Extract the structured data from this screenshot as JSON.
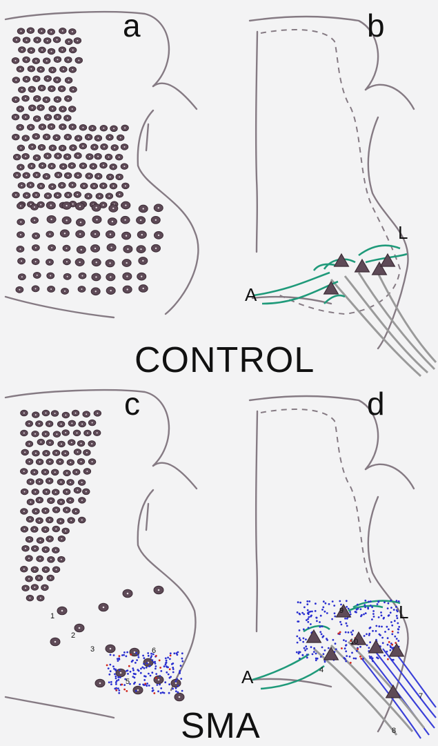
{
  "panels": {
    "a": "a",
    "b": "b",
    "c": "c",
    "d": "d"
  },
  "section_titles": {
    "control": "CONTROL",
    "sma": "SMA"
  },
  "markers": {
    "b_A": "A",
    "b_L": "L",
    "d_A": "A",
    "d_L": "L"
  },
  "numbers": {
    "n1": "1",
    "n2": "2",
    "n3": "3",
    "n4": "4",
    "n5": "5",
    "n6": "6",
    "n7": "7",
    "n8": "8",
    "n9": "9",
    "n10": "10"
  },
  "colors": {
    "background": "#f3f3f4",
    "outline": "#857a83",
    "cell_fill": "#5e4a57",
    "cell_ring": "#3c2c36",
    "axon_green": "#1f9a7a",
    "nerve_gray": "#9a9a9a",
    "nerve_blue": "#3a3fd8",
    "dot_blue": "#2a2fd0",
    "dot_red": "#d0241c"
  }
}
